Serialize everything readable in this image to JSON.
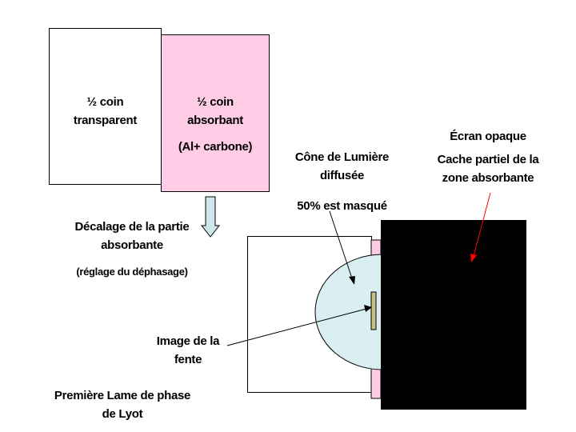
{
  "transparent_half": {
    "line1": "½ coin",
    "line2": "transparent"
  },
  "absorbing_half": {
    "line1": "½ coin",
    "line2": "absorbant",
    "line3": "(Al+ carbone)"
  },
  "shift_label": {
    "line1": "Décalage de la partie",
    "line2": "absorbante",
    "line3": "(réglage du déphasage)"
  },
  "cone_label": {
    "line1": "Cône de Lumière",
    "line2": "diffusée",
    "line3": "50% est masqué"
  },
  "screen_label": {
    "line1": "Écran opaque",
    "line2": "Cache partiel de la",
    "line3": "zone absorbante"
  },
  "slit_label": {
    "line1": "Image de la",
    "line2": "fente"
  },
  "plate_label": {
    "line1": "Première Lame de phase",
    "line2": "de Lyot"
  },
  "colors": {
    "absorbing_pink": "#ffcce6",
    "arrow_fill": "#cce6ea",
    "cone_fill": "#d9eff2",
    "slit_fill": "#c8c088",
    "screen": "#000000",
    "red_arrow": "#ff0000"
  }
}
